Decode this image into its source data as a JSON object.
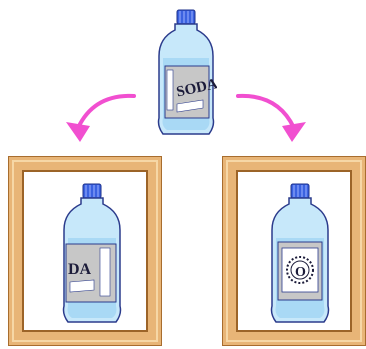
{
  "top_bottle": {
    "label_main": "SODA",
    "label_sub": ""
  },
  "left_bottle": {
    "label_main": "DA"
  },
  "right_bottle": {
    "label_main": "O"
  },
  "colors": {
    "arrow": "#f14fd0",
    "frame_wood": "#e8b577",
    "bottle_liquid": "#a9d9f5",
    "cap": "#3b62e0",
    "label": "#c7c7c7"
  }
}
